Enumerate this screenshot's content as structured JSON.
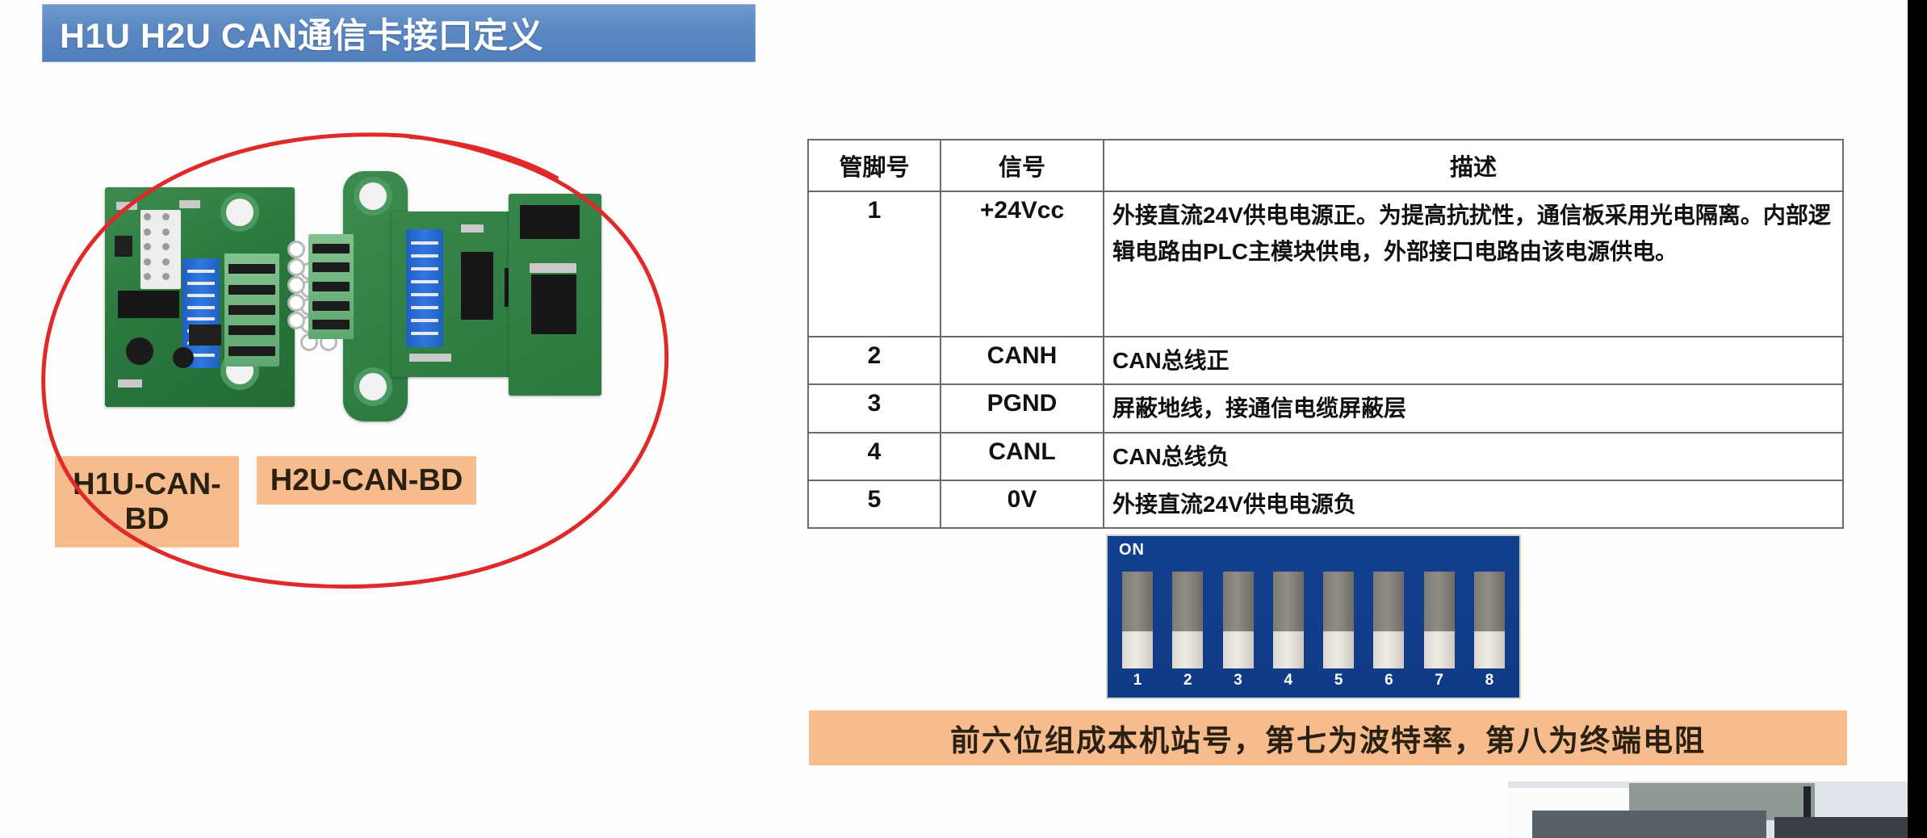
{
  "slide": {
    "title": "H1U H2U CAN通信卡接口定义"
  },
  "photo": {
    "board_labels": [
      {
        "id": "h1u",
        "line1": "H1U-CAN-",
        "line2": "BD",
        "full": "H1U-CAN-BD"
      },
      {
        "id": "h2u",
        "line1": "H2U-CAN-BD",
        "line2": "",
        "full": "H2U-CAN-BD"
      }
    ],
    "annotation": "red-hand-drawn-ellipse"
  },
  "pin_table": {
    "headers": [
      "管脚号",
      "信号",
      "描述"
    ],
    "rows": [
      {
        "pin": "1",
        "signal": "+24Vcc",
        "desc": "外接直流24V供电电源正。为提高抗扰性，通信板采用光电隔离。内部逻辑电路由PLC主模块供电，外部接口电路由该电源供电。"
      },
      {
        "pin": "2",
        "signal": "CANH",
        "desc": "CAN总线正"
      },
      {
        "pin": "3",
        "signal": "PGND",
        "desc": "屏蔽地线，接通信电缆屏蔽层"
      },
      {
        "pin": "4",
        "signal": "CANL",
        "desc": "CAN总线负"
      },
      {
        "pin": "5",
        "signal": "0V",
        "desc": "外接直流24V供电电源负"
      }
    ]
  },
  "dip_switch": {
    "on_label": "ON",
    "positions": [
      "1",
      "2",
      "3",
      "4",
      "5",
      "6",
      "7",
      "8"
    ],
    "note": "前六位组成本机站号，第七为波特率，第八为终端电阻"
  },
  "colors": {
    "title_banner": "#5b87c2",
    "tag_orange": "#f6bc8e",
    "dip_body_blue": "#123f8e",
    "annotation_red": "#e02a2a",
    "pcb_green": "#2c7a40"
  }
}
